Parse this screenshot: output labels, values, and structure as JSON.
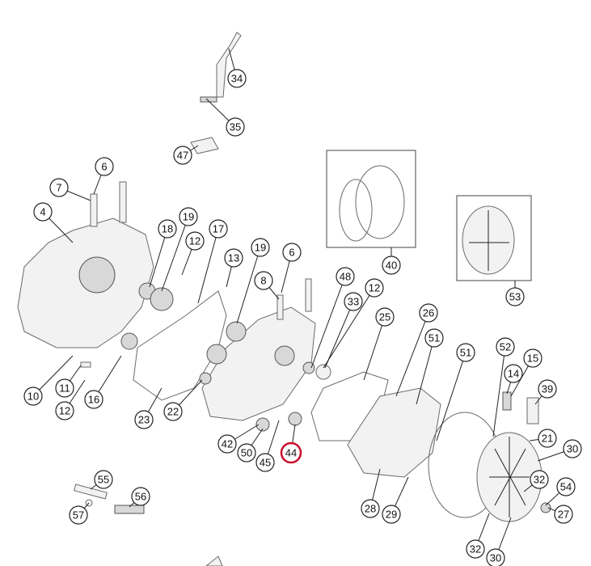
{
  "diagram": {
    "highlight_color": "#c8102e",
    "highlighted_label": "44",
    "callouts": [
      "34",
      "35",
      "47",
      "6",
      "7",
      "4",
      "18",
      "19",
      "12",
      "17",
      "13",
      "19",
      "6",
      "8",
      "48",
      "12",
      "33",
      "25",
      "26",
      "51",
      "51",
      "52",
      "15",
      "14",
      "39",
      "21",
      "30",
      "32",
      "54",
      "27",
      "32",
      "30",
      "40",
      "53",
      "10",
      "11",
      "12",
      "16",
      "23",
      "22",
      "42",
      "50",
      "45",
      "44",
      "55",
      "56",
      "57",
      "28",
      "29"
    ]
  }
}
